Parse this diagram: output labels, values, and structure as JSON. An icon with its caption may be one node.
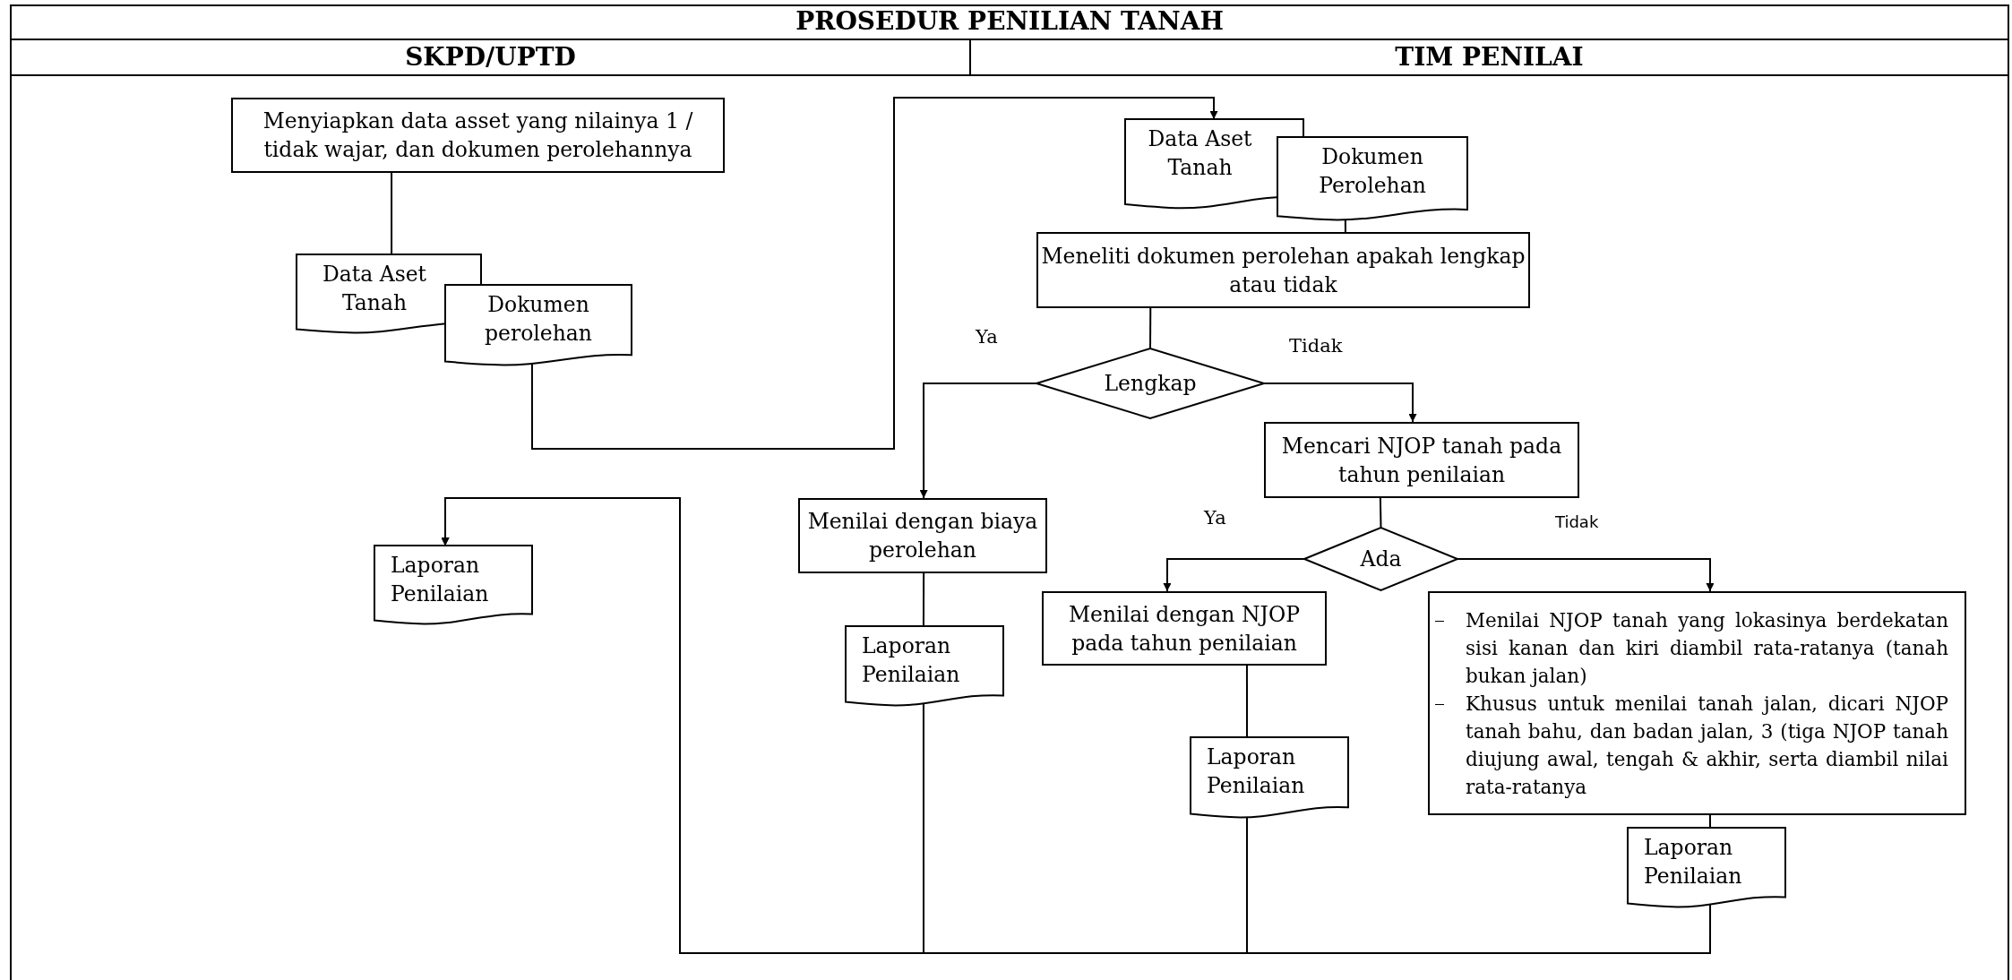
{
  "diagram": {
    "title": "PROSEDUR PENILIAN TANAH",
    "nodes": [
      {
        "text": [
          "Menyiapkan data asset yang nilainya 1 / tidak wajar, dan dokumen perolehannya"
        ]
      },
      {
        "text": [
          "Data Aset Tanah"
        ]
      },
      {
        "text": [
          "Dokumen perolehan"
        ]
      },
      {
        "text": [
          "Data  Aset Tanah"
        ]
      },
      {
        "text": [
          "Dokumen Perolehan"
        ]
      },
      {
        "text": [
          "Meneliti dokumen perolehan apakah lengkap atau tidak"
        ]
      },
      {
        "text": [
          "Lengkap"
        ]
      },
      {
        "text": [
          "Menilai dengan biaya perolehan"
        ]
      },
      {
        "text": [
          "Mencari NJOP tanah pada tahun penilaian"
        ]
      },
      {
        "text": [
          "Ada"
        ]
      },
      {
        "text": [
          "Laporan Penilaian"
        ]
      },
      {
        "text": [
          "Laporan Penilaian"
        ]
      },
      {
        "text": [
          "Menilai dengan NJOP pada tahun penilaian"
        ]
      },
      {
        "text": [
          "Menilai NJOP tanah yang lokasinya berdekatan sisi kanan dan kiri diambil rata-ratanya (tanah bukan jalan)",
          "Khusus untuk menilai tanah jalan, dicari NJOP tanah bahu, dan badan jalan, 3 (tiga NJOP tanah diujung awal, tengah & akhir, serta diambil nilai rata-ratanya"
        ]
      },
      {
        "text": [
          "Laporan Penilaian"
        ]
      },
      {
        "text": [
          "Laporan Penilaian"
        ]
      }
    ],
    "edges": [
      {
        "from": 0,
        "to": 1,
        "arrow": "none"
      },
      {
        "from": 2,
        "to": 3,
        "arrow": "to"
      },
      {
        "from": 4,
        "to": 5,
        "arrow": "none"
      },
      {
        "from": 5,
        "to": 6,
        "arrow": "none"
      },
      {
        "from": 6,
        "to": 7,
        "arrow": "to",
        "label": "Ya"
      },
      {
        "from": 6,
        "to": 8,
        "arrow": "to",
        "label": "Tidak"
      },
      {
        "from": 8,
        "to": 9,
        "arrow": "none"
      },
      {
        "from": 9,
        "to": 12,
        "arrow": "to",
        "label": "Ya"
      },
      {
        "from": 9,
        "to": 13,
        "arrow": "to",
        "label": "Tidak"
      },
      {
        "from": 7,
        "to": 11,
        "arrow": "none"
      },
      {
        "from": 12,
        "to": 14,
        "arrow": "none"
      },
      {
        "from": 13,
        "to": 15,
        "arrow": "none"
      },
      {
        "from": 11,
        "to": 10,
        "arrow": "to"
      },
      {
        "from": 14,
        "to": 10,
        "arrow": "to"
      },
      {
        "from": 15,
        "to": 10,
        "arrow": "to"
      }
    ],
    "labels": [
      "SKPD/UPTD",
      "TIM PENILAI"
    ]
  }
}
